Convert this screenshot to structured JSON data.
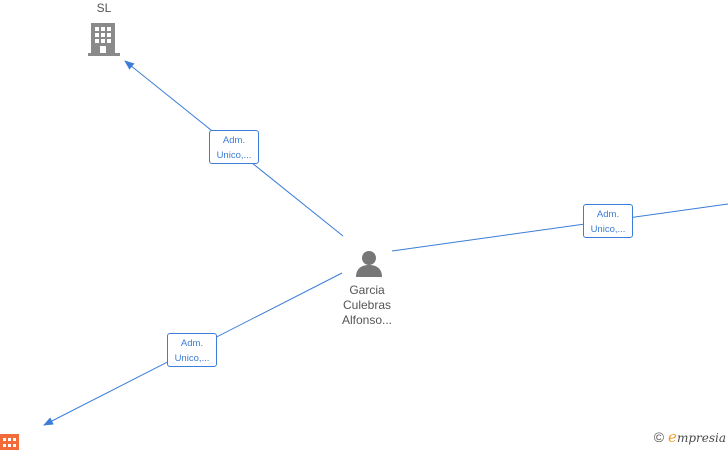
{
  "colors": {
    "edge": "#3b7dd8",
    "building": "#8a8a8a",
    "building_alt": "#f26b38",
    "person": "#777777"
  },
  "nodes": {
    "company_top": {
      "label": "SL",
      "icon": "building-icon"
    },
    "person": {
      "label_lines": [
        "Garcia",
        "Culebras",
        "Alfonso..."
      ],
      "icon": "person-icon"
    },
    "company_bottom_left": {
      "icon": "building-icon"
    }
  },
  "edges": [
    {
      "line1": "Adm.",
      "line2": "Unico,..."
    },
    {
      "line1": "Adm.",
      "line2": "Unico,..."
    },
    {
      "line1": "Adm.",
      "line2": "Unico,..."
    }
  ],
  "brand": {
    "copyright": "©",
    "initial": "e",
    "rest": "mpresia"
  }
}
